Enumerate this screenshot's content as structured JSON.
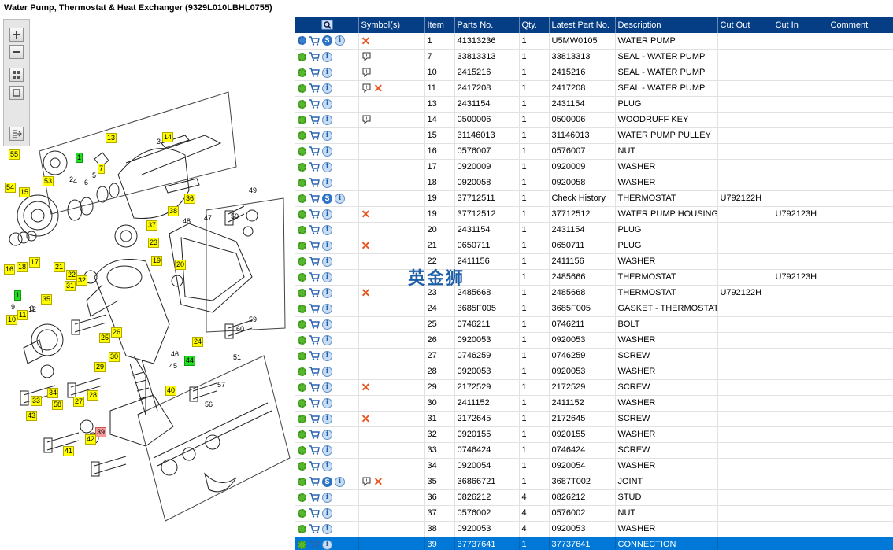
{
  "window": {
    "title": "Water Pump, Thermostat & Heat Exchanger (9329L010LBHL0755)"
  },
  "watermark": "英金狮",
  "zoom_toolbar": {
    "buttons": [
      "zoom-in-icon",
      "zoom-out-icon",
      "fit-all-icon",
      "fit-page-icon",
      "export-icon"
    ]
  },
  "diagram": {
    "callouts": [
      {
        "label": "55",
        "color": "yellow"
      },
      {
        "label": "54",
        "color": "yellow"
      },
      {
        "label": "15",
        "color": "yellow"
      },
      {
        "label": "1",
        "color": "green"
      },
      {
        "label": "53",
        "color": "yellow"
      },
      {
        "label": "13",
        "color": "yellow"
      },
      {
        "label": "14",
        "color": "yellow"
      },
      {
        "label": "7",
        "color": "yellow"
      },
      {
        "label": "36",
        "color": "yellow"
      },
      {
        "label": "38",
        "color": "yellow"
      },
      {
        "label": "37",
        "color": "yellow"
      },
      {
        "label": "23",
        "color": "yellow"
      },
      {
        "label": "19",
        "color": "yellow"
      },
      {
        "label": "16",
        "color": "yellow"
      },
      {
        "label": "18",
        "color": "yellow"
      },
      {
        "label": "17",
        "color": "yellow"
      },
      {
        "label": "21",
        "color": "yellow"
      },
      {
        "label": "22",
        "color": "yellow"
      },
      {
        "label": "32",
        "color": "yellow"
      },
      {
        "label": "20",
        "color": "yellow"
      },
      {
        "label": "31",
        "color": "yellow"
      },
      {
        "label": "1",
        "color": "green"
      },
      {
        "label": "35",
        "color": "yellow"
      },
      {
        "label": "10",
        "color": "yellow"
      },
      {
        "label": "11",
        "color": "yellow"
      },
      {
        "label": "25",
        "color": "yellow"
      },
      {
        "label": "26",
        "color": "yellow"
      },
      {
        "label": "24",
        "color": "yellow"
      },
      {
        "label": "30",
        "color": "yellow"
      },
      {
        "label": "29",
        "color": "yellow"
      },
      {
        "label": "44",
        "color": "green"
      },
      {
        "label": "34",
        "color": "yellow"
      },
      {
        "label": "28",
        "color": "yellow"
      },
      {
        "label": "40",
        "color": "yellow"
      },
      {
        "label": "33",
        "color": "yellow"
      },
      {
        "label": "58",
        "color": "yellow"
      },
      {
        "label": "27",
        "color": "yellow"
      },
      {
        "label": "43",
        "color": "yellow"
      },
      {
        "label": "39",
        "color": "red"
      },
      {
        "label": "42",
        "color": "yellow"
      },
      {
        "label": "41",
        "color": "yellow"
      }
    ],
    "plain_numbers": [
      "3",
      "4",
      "6",
      "5",
      "49",
      "50",
      "47",
      "48",
      "12",
      "9",
      "8",
      "46",
      "45",
      "56",
      "57",
      "51",
      "59",
      "60",
      "2"
    ]
  },
  "grid": {
    "columns": [
      "Symbol(s)",
      "Item",
      "Parts No.",
      "Qty.",
      "Latest Part No.",
      "Description",
      "Cut Out",
      "Cut In",
      "Comment"
    ],
    "rows": [
      {
        "icons": [
          "gear-multi",
          "cart",
          "s",
          "i"
        ],
        "symbols": [
          "x"
        ],
        "item": "1",
        "part": "41313236",
        "qty": "1",
        "latest": "U5MW0105",
        "desc": "WATER PUMP",
        "cut_out": "",
        "cut_in": "",
        "comment": ""
      },
      {
        "icons": [
          "gear",
          "cart",
          "i"
        ],
        "symbols": [
          "note"
        ],
        "item": "7",
        "part": "33813313",
        "qty": "1",
        "latest": "33813313",
        "desc": "SEAL - WATER PUMP",
        "cut_out": "",
        "cut_in": "",
        "comment": ""
      },
      {
        "icons": [
          "gear",
          "cart",
          "i"
        ],
        "symbols": [
          "note"
        ],
        "item": "10",
        "part": "2415216",
        "qty": "1",
        "latest": "2415216",
        "desc": "SEAL - WATER PUMP",
        "cut_out": "",
        "cut_in": "",
        "comment": ""
      },
      {
        "icons": [
          "gear",
          "cart",
          "i"
        ],
        "symbols": [
          "note",
          "x"
        ],
        "item": "11",
        "part": "2417208",
        "qty": "1",
        "latest": "2417208",
        "desc": "SEAL - WATER PUMP",
        "cut_out": "",
        "cut_in": "",
        "comment": ""
      },
      {
        "icons": [
          "gear",
          "cart",
          "i"
        ],
        "symbols": [],
        "item": "13",
        "part": "2431154",
        "qty": "1",
        "latest": "2431154",
        "desc": "PLUG",
        "cut_out": "",
        "cut_in": "",
        "comment": ""
      },
      {
        "icons": [
          "gear",
          "cart",
          "i"
        ],
        "symbols": [
          "note"
        ],
        "item": "14",
        "part": "0500006",
        "qty": "1",
        "latest": "0500006",
        "desc": "WOODRUFF KEY",
        "cut_out": "",
        "cut_in": "",
        "comment": ""
      },
      {
        "icons": [
          "gear",
          "cart",
          "i"
        ],
        "symbols": [],
        "item": "15",
        "part": "31146013",
        "qty": "1",
        "latest": "31146013",
        "desc": "WATER PUMP PULLEY",
        "cut_out": "",
        "cut_in": "",
        "comment": ""
      },
      {
        "icons": [
          "gear",
          "cart",
          "i"
        ],
        "symbols": [],
        "item": "16",
        "part": "0576007",
        "qty": "1",
        "latest": "0576007",
        "desc": "NUT",
        "cut_out": "",
        "cut_in": "",
        "comment": ""
      },
      {
        "icons": [
          "gear",
          "cart",
          "i"
        ],
        "symbols": [],
        "item": "17",
        "part": "0920009",
        "qty": "1",
        "latest": "0920009",
        "desc": "WASHER",
        "cut_out": "",
        "cut_in": "",
        "comment": ""
      },
      {
        "icons": [
          "gear",
          "cart",
          "i"
        ],
        "symbols": [],
        "item": "18",
        "part": "0920058",
        "qty": "1",
        "latest": "0920058",
        "desc": "WASHER",
        "cut_out": "",
        "cut_in": "",
        "comment": ""
      },
      {
        "icons": [
          "gear",
          "cart",
          "s",
          "i"
        ],
        "symbols": [],
        "item": "19",
        "part": "37712511",
        "qty": "1",
        "latest": "Check History",
        "desc": "THERMOSTAT",
        "cut_out": "U792122H",
        "cut_in": "",
        "comment": ""
      },
      {
        "icons": [
          "gear",
          "cart",
          "i"
        ],
        "symbols": [
          "x"
        ],
        "item": "19",
        "part": "37712512",
        "qty": "1",
        "latest": "37712512",
        "desc": "WATER PUMP HOUSING",
        "cut_out": "",
        "cut_in": "U792123H",
        "comment": ""
      },
      {
        "icons": [
          "gear",
          "cart",
          "i"
        ],
        "symbols": [],
        "item": "20",
        "part": "2431154",
        "qty": "1",
        "latest": "2431154",
        "desc": "PLUG",
        "cut_out": "",
        "cut_in": "",
        "comment": ""
      },
      {
        "icons": [
          "gear",
          "cart",
          "i"
        ],
        "symbols": [
          "x"
        ],
        "item": "21",
        "part": "0650711",
        "qty": "1",
        "latest": "0650711",
        "desc": "PLUG",
        "cut_out": "",
        "cut_in": "",
        "comment": ""
      },
      {
        "icons": [
          "gear",
          "cart",
          "i"
        ],
        "symbols": [],
        "item": "22",
        "part": "2411156",
        "qty": "1",
        "latest": "2411156",
        "desc": "WASHER",
        "cut_out": "",
        "cut_in": "",
        "comment": ""
      },
      {
        "icons": [
          "gear",
          "cart",
          "i"
        ],
        "symbols": [],
        "item": "",
        "part": "",
        "qty": "1",
        "latest": "2485666",
        "desc": "THERMOSTAT",
        "cut_out": "",
        "cut_in": "U792123H",
        "comment": ""
      },
      {
        "icons": [
          "gear",
          "cart",
          "i"
        ],
        "symbols": [
          "x"
        ],
        "item": "23",
        "part": "2485668",
        "qty": "1",
        "latest": "2485668",
        "desc": "THERMOSTAT",
        "cut_out": "U792122H",
        "cut_in": "",
        "comment": ""
      },
      {
        "icons": [
          "gear",
          "cart",
          "i"
        ],
        "symbols": [],
        "item": "24",
        "part": "3685F005",
        "qty": "1",
        "latest": "3685F005",
        "desc": "GASKET - THERMOSTAT I",
        "cut_out": "",
        "cut_in": "",
        "comment": ""
      },
      {
        "icons": [
          "gear",
          "cart",
          "i"
        ],
        "symbols": [],
        "item": "25",
        "part": "0746211",
        "qty": "1",
        "latest": "0746211",
        "desc": "BOLT",
        "cut_out": "",
        "cut_in": "",
        "comment": ""
      },
      {
        "icons": [
          "gear",
          "cart",
          "i"
        ],
        "symbols": [],
        "item": "26",
        "part": "0920053",
        "qty": "1",
        "latest": "0920053",
        "desc": "WASHER",
        "cut_out": "",
        "cut_in": "",
        "comment": ""
      },
      {
        "icons": [
          "gear",
          "cart",
          "i"
        ],
        "symbols": [],
        "item": "27",
        "part": "0746259",
        "qty": "1",
        "latest": "0746259",
        "desc": "SCREW",
        "cut_out": "",
        "cut_in": "",
        "comment": ""
      },
      {
        "icons": [
          "gear",
          "cart",
          "i"
        ],
        "symbols": [],
        "item": "28",
        "part": "0920053",
        "qty": "1",
        "latest": "0920053",
        "desc": "WASHER",
        "cut_out": "",
        "cut_in": "",
        "comment": ""
      },
      {
        "icons": [
          "gear",
          "cart",
          "i"
        ],
        "symbols": [
          "x"
        ],
        "item": "29",
        "part": "2172529",
        "qty": "1",
        "latest": "2172529",
        "desc": "SCREW",
        "cut_out": "",
        "cut_in": "",
        "comment": ""
      },
      {
        "icons": [
          "gear",
          "cart",
          "i"
        ],
        "symbols": [],
        "item": "30",
        "part": "2411152",
        "qty": "1",
        "latest": "2411152",
        "desc": "WASHER",
        "cut_out": "",
        "cut_in": "",
        "comment": ""
      },
      {
        "icons": [
          "gear",
          "cart",
          "i"
        ],
        "symbols": [
          "x"
        ],
        "item": "31",
        "part": "2172645",
        "qty": "1",
        "latest": "2172645",
        "desc": "SCREW",
        "cut_out": "",
        "cut_in": "",
        "comment": ""
      },
      {
        "icons": [
          "gear",
          "cart",
          "i"
        ],
        "symbols": [],
        "item": "32",
        "part": "0920155",
        "qty": "1",
        "latest": "0920155",
        "desc": "WASHER",
        "cut_out": "",
        "cut_in": "",
        "comment": ""
      },
      {
        "icons": [
          "gear",
          "cart",
          "i"
        ],
        "symbols": [],
        "item": "33",
        "part": "0746424",
        "qty": "1",
        "latest": "0746424",
        "desc": "SCREW",
        "cut_out": "",
        "cut_in": "",
        "comment": ""
      },
      {
        "icons": [
          "gear",
          "cart",
          "i"
        ],
        "symbols": [],
        "item": "34",
        "part": "0920054",
        "qty": "1",
        "latest": "0920054",
        "desc": "WASHER",
        "cut_out": "",
        "cut_in": "",
        "comment": ""
      },
      {
        "icons": [
          "gear",
          "cart",
          "s",
          "i"
        ],
        "symbols": [
          "note",
          "x"
        ],
        "item": "35",
        "part": "36866721",
        "qty": "1",
        "latest": "3687T002",
        "desc": "JOINT",
        "cut_out": "",
        "cut_in": "",
        "comment": ""
      },
      {
        "icons": [
          "gear",
          "cart",
          "i"
        ],
        "symbols": [],
        "item": "36",
        "part": "0826212",
        "qty": "4",
        "latest": "0826212",
        "desc": "STUD",
        "cut_out": "",
        "cut_in": "",
        "comment": ""
      },
      {
        "icons": [
          "gear",
          "cart",
          "i"
        ],
        "symbols": [],
        "item": "37",
        "part": "0576002",
        "qty": "4",
        "latest": "0576002",
        "desc": "NUT",
        "cut_out": "",
        "cut_in": "",
        "comment": ""
      },
      {
        "icons": [
          "gear",
          "cart",
          "i"
        ],
        "symbols": [],
        "item": "38",
        "part": "0920053",
        "qty": "4",
        "latest": "0920053",
        "desc": "WASHER",
        "cut_out": "",
        "cut_in": "",
        "comment": ""
      },
      {
        "icons": [
          "gear",
          "cart",
          "i"
        ],
        "symbols": [],
        "item": "39",
        "part": "37737641",
        "qty": "1",
        "latest": "37737641",
        "desc": "CONNECTION",
        "cut_out": "",
        "cut_in": "",
        "comment": "",
        "selected": true
      }
    ]
  }
}
